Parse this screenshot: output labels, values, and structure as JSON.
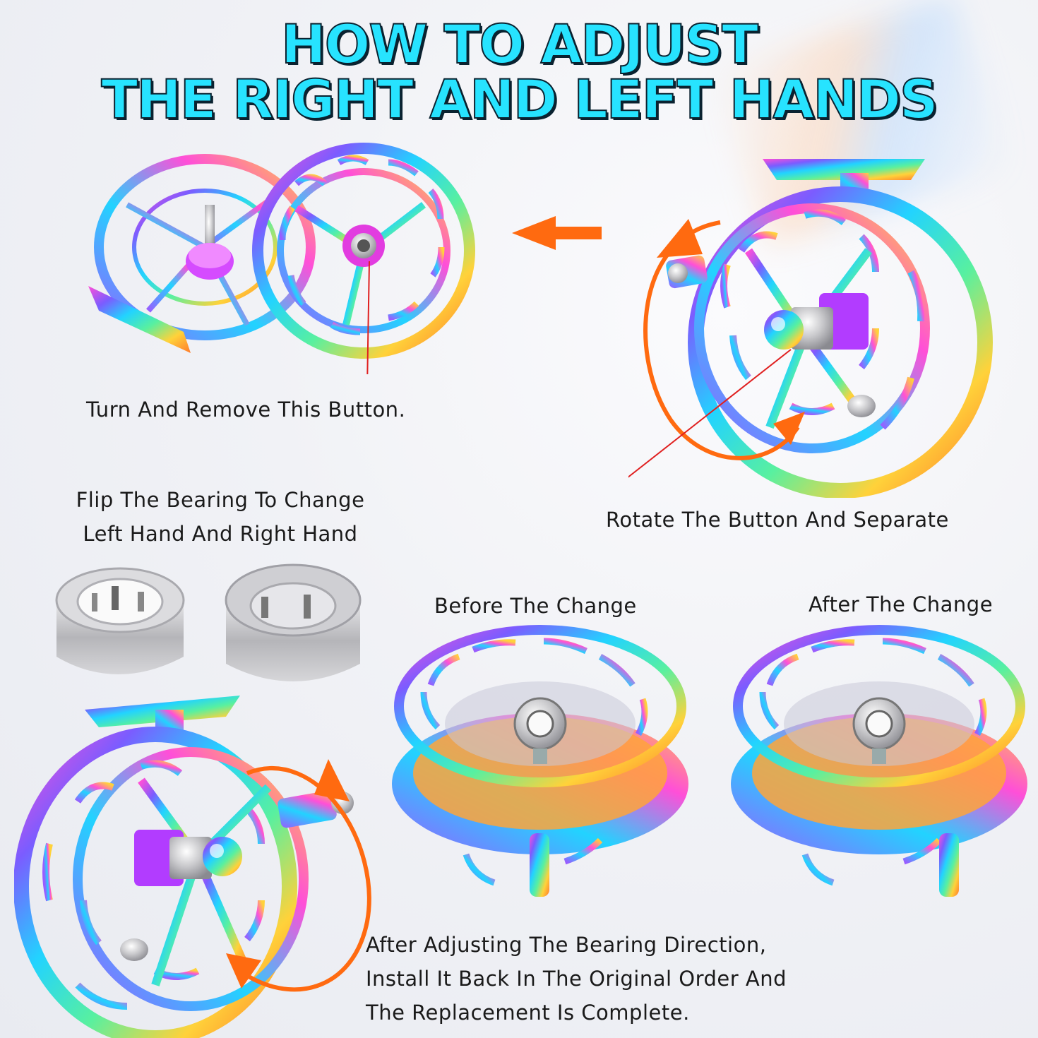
{
  "title": {
    "line1": "HOW TO ADJUST",
    "line2": "THE RIGHT AND LEFT HANDS"
  },
  "captions": {
    "remove_button": "Turn And Remove This Button.",
    "rotate_separate": "Rotate The Button And Separate",
    "flip_bearing_line1": "Flip The Bearing To Change",
    "flip_bearing_line2": "Left Hand And Right Hand",
    "before": "Before The Change",
    "after": "After The Change",
    "install_line1": "After Adjusting The Bearing Direction,",
    "install_line2": "Install It Back In The Original Order And",
    "install_line3": "The Replacement Is Complete."
  },
  "colors": {
    "title": "#27e3ff",
    "title_outline": "#0a2230",
    "arrow": "#ff6a10",
    "pointer_line": "#e02020"
  },
  "icons": {
    "arrow": "left-arrow-icon",
    "rotate": "rotate-arrow-icon"
  }
}
